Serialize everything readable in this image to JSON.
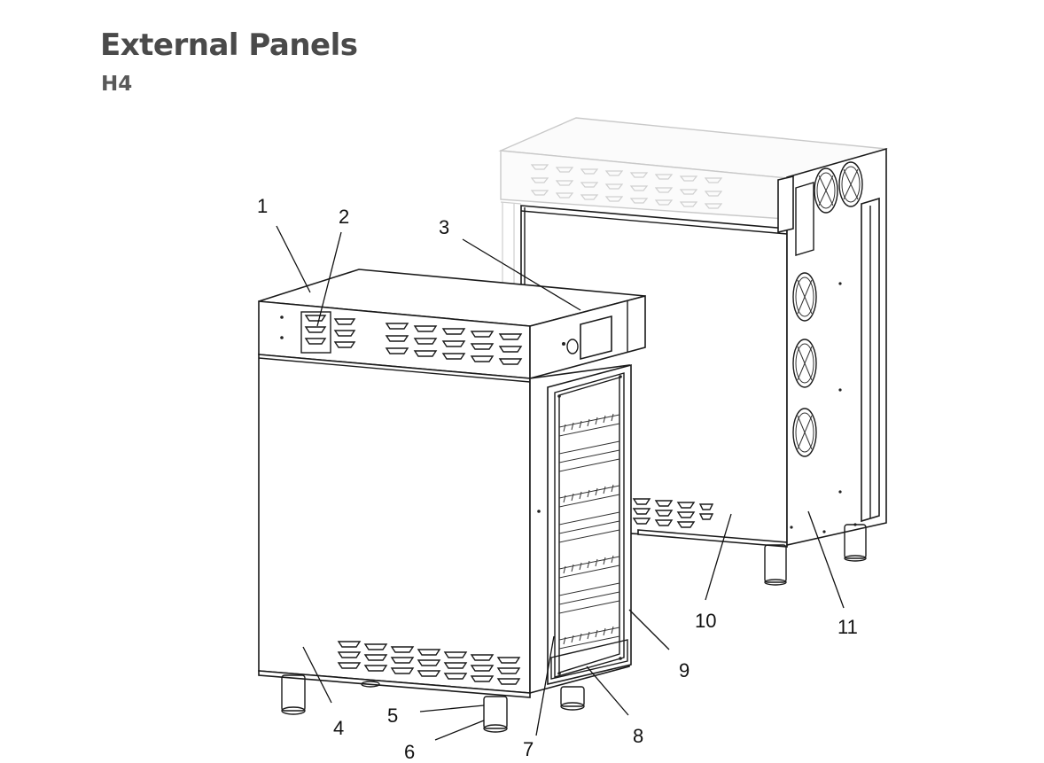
{
  "header": {
    "title": "External Panels",
    "subtitle": "H4"
  },
  "callouts": [
    {
      "id": "1",
      "label": "1"
    },
    {
      "id": "2",
      "label": "2"
    },
    {
      "id": "3",
      "label": "3"
    },
    {
      "id": "4",
      "label": "4"
    },
    {
      "id": "5",
      "label": "5"
    },
    {
      "id": "6",
      "label": "6"
    },
    {
      "id": "7",
      "label": "7"
    },
    {
      "id": "8",
      "label": "8"
    },
    {
      "id": "9",
      "label": "9"
    },
    {
      "id": "10",
      "label": "10"
    },
    {
      "id": "11",
      "label": "11"
    }
  ]
}
